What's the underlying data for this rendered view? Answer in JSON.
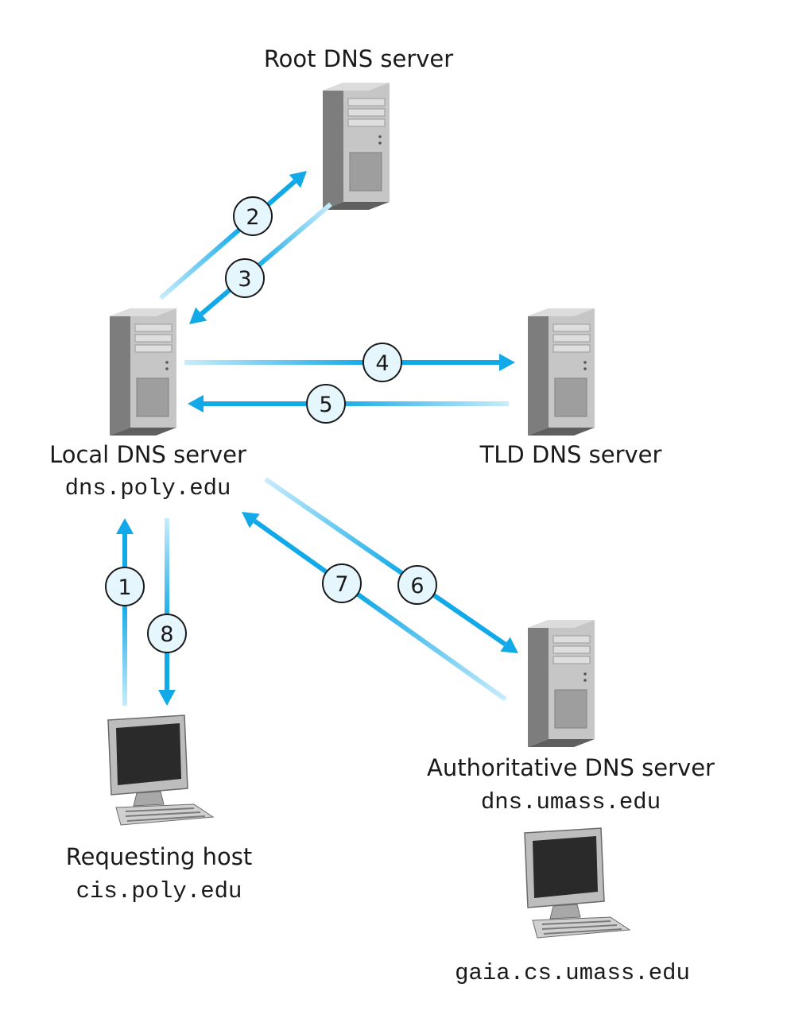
{
  "nodes": {
    "root": {
      "title": "Root DNS server",
      "host": ""
    },
    "local": {
      "title": "Local DNS server",
      "host": "dns.poly.edu"
    },
    "tld": {
      "title": "TLD DNS server",
      "host": ""
    },
    "auth": {
      "title": "Authoritative DNS server",
      "host": "dns.umass.edu"
    },
    "requesting": {
      "title": "Requesting host",
      "host": "cis.poly.edu"
    },
    "target": {
      "title": "",
      "host": "gaia.cs.umass.edu"
    }
  },
  "steps": [
    "1",
    "2",
    "3",
    "4",
    "5",
    "6",
    "7",
    "8"
  ],
  "colors": {
    "arrow": "#12a9e8",
    "arrow_faded": "#c8ecfb",
    "step_fill": "#e6f6fd",
    "server_body": "#c9c9c9",
    "server_side": "#8a8a8a"
  }
}
